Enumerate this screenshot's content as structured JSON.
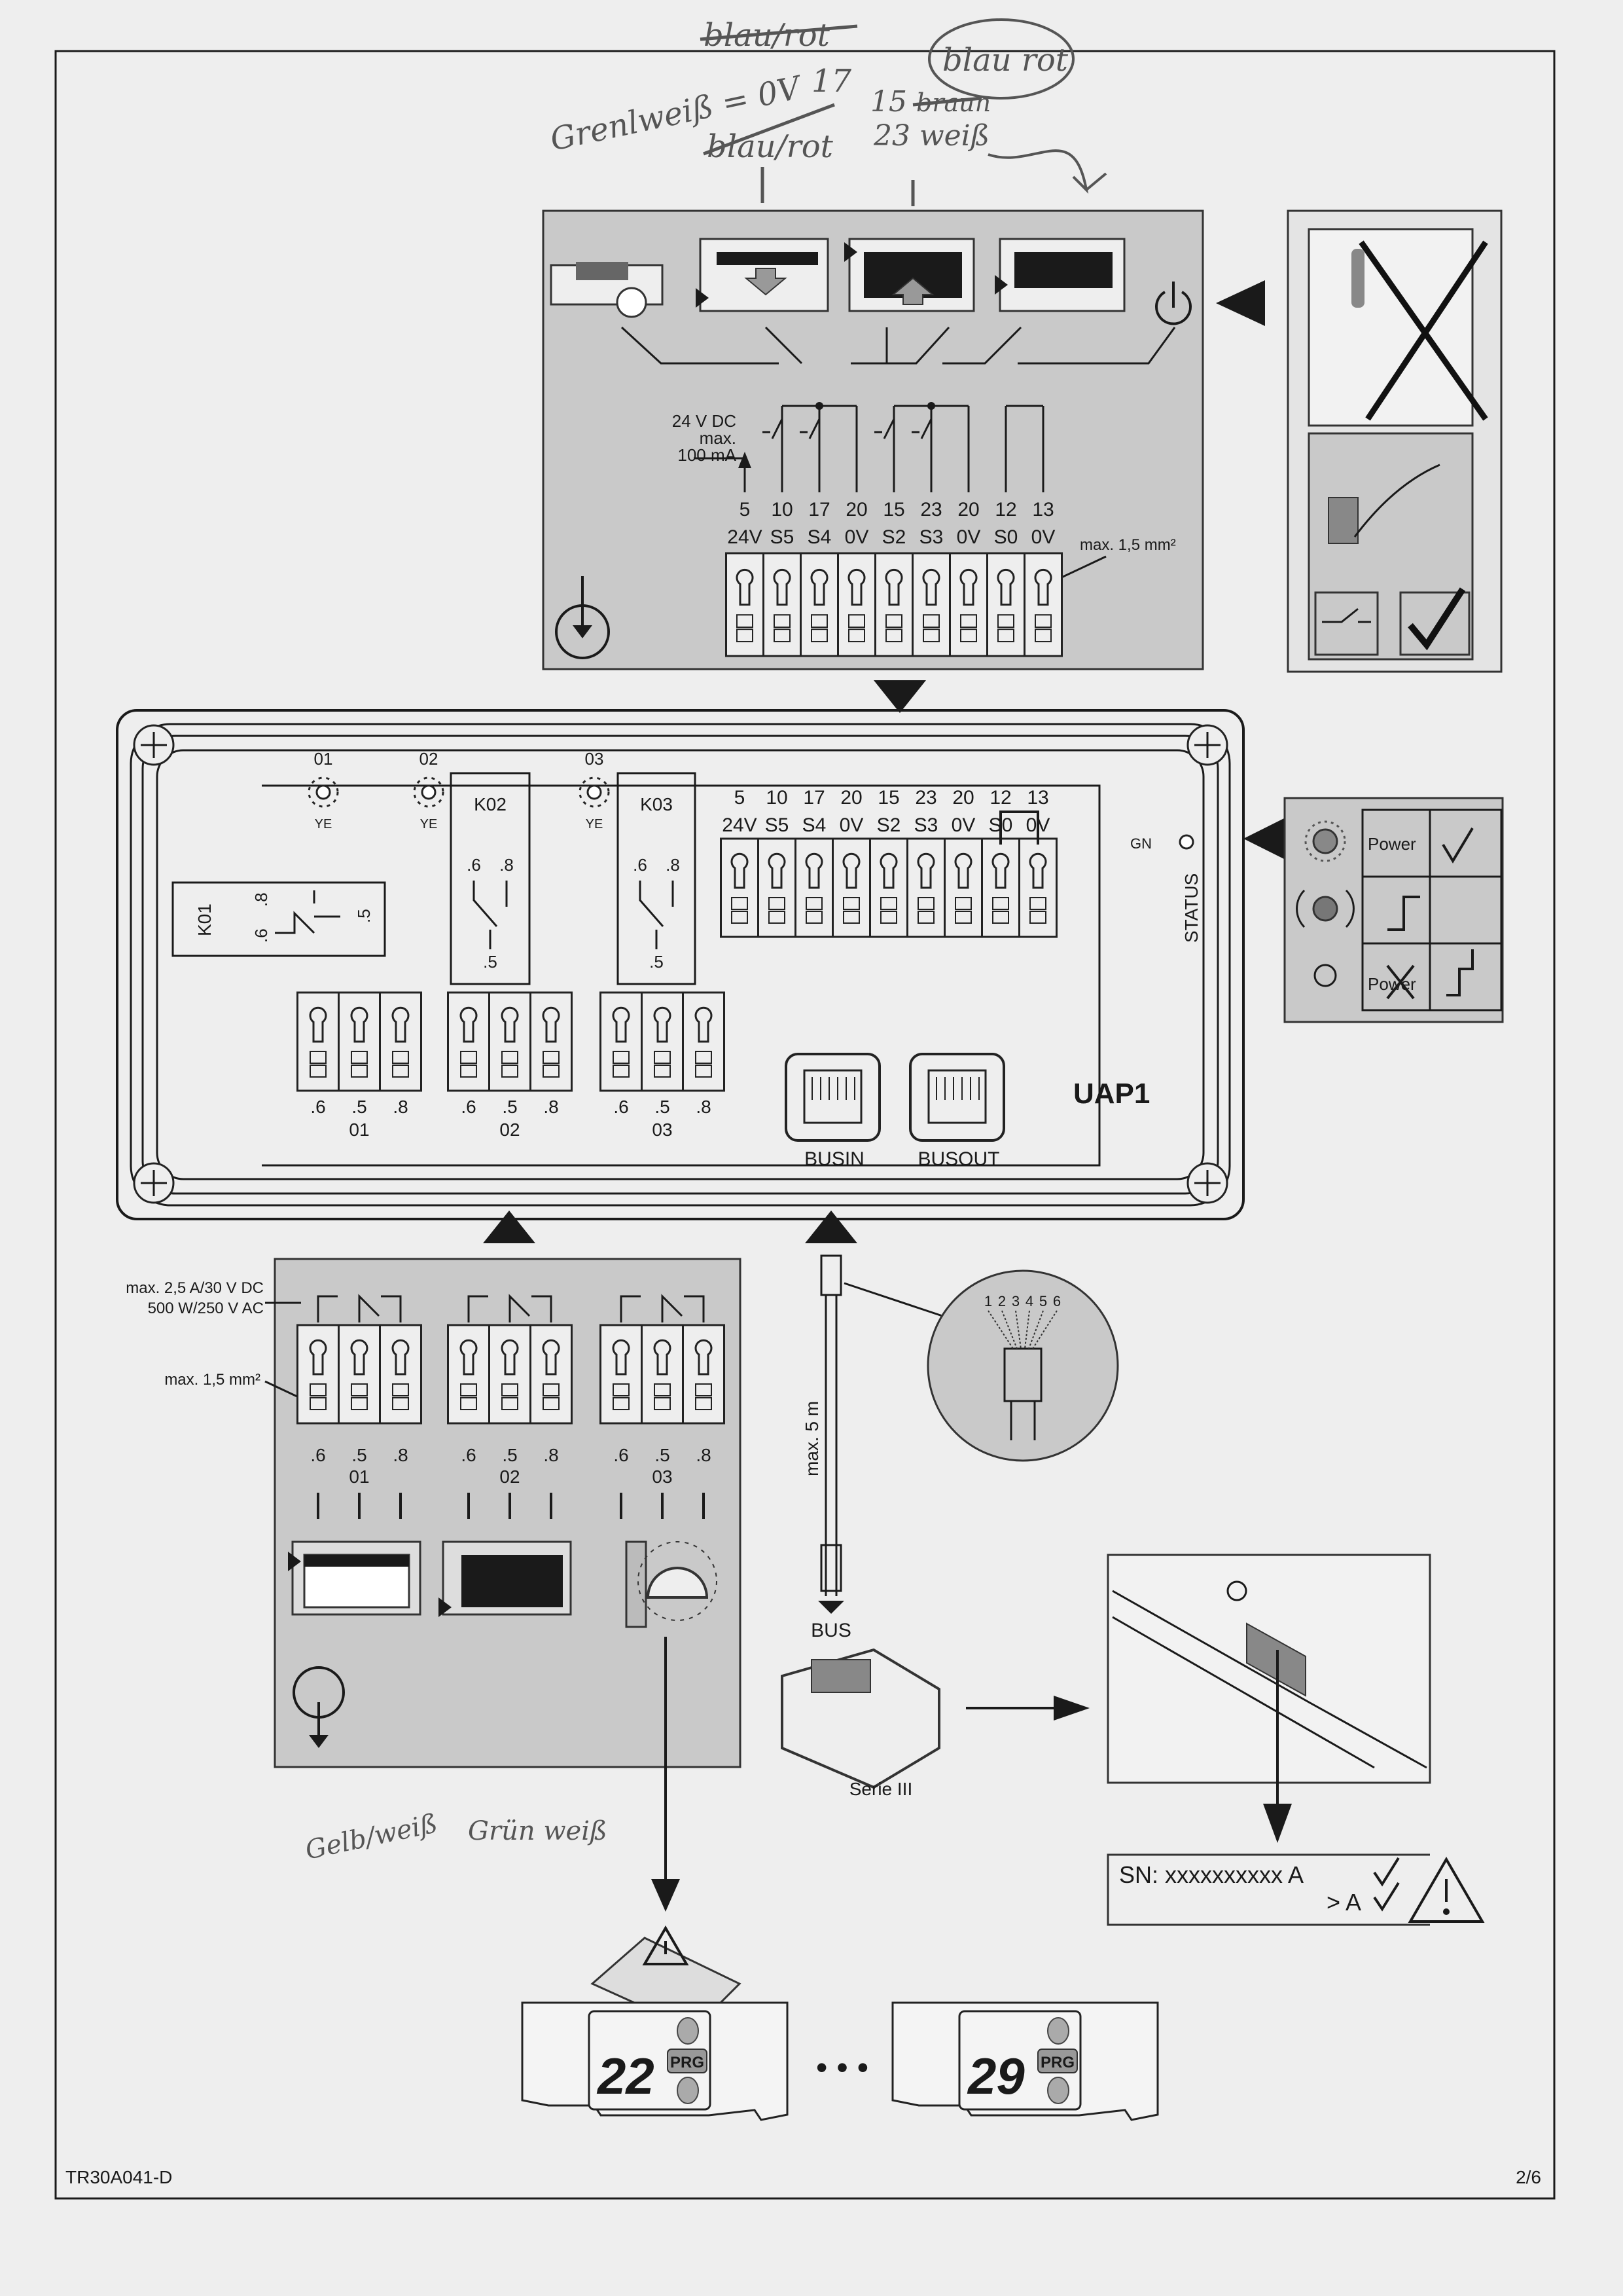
{
  "handwriting": {
    "struck_top": "blau/rot",
    "line1": "Grenlweiß = 0V",
    "line1_num": "17",
    "struck_second": "blau/rot",
    "circled": "blau rot",
    "n15": "15",
    "struck_braun": "braun",
    "n23": "23 weiß",
    "under_01": "Gelb/weiß",
    "under_02": "Grün weiß"
  },
  "top_panel": {
    "supply_label": [
      "24 V DC",
      "max.",
      "100 mA"
    ],
    "terminal_numbers": [
      "5",
      "10",
      "17",
      "20",
      "15",
      "23",
      "20",
      "12",
      "13"
    ],
    "terminal_labels": [
      "24V",
      "S5",
      "S4",
      "0V",
      "S2",
      "S3",
      "0V",
      "S0",
      "0V"
    ],
    "wire_note": "max. 1,5 mm²"
  },
  "uap1": {
    "title": "UAP1",
    "leds": [
      {
        "num": "01",
        "color": "YE"
      },
      {
        "num": "02",
        "color": "YE"
      },
      {
        "num": "03",
        "color": "YE"
      }
    ],
    "relays": [
      {
        "name": "K01",
        "c1": ".6",
        "c2": ".8",
        "c3": ".5"
      },
      {
        "name": "K02",
        "c1": ".6",
        "c2": ".8",
        "c3": ".5"
      },
      {
        "name": "K03",
        "c1": ".6",
        "c2": ".8",
        "c3": ".5"
      }
    ],
    "terminal_numbers": [
      "5",
      "10",
      "17",
      "20",
      "15",
      "23",
      "20",
      "12",
      "13"
    ],
    "terminal_labels": [
      "24V",
      "S5",
      "S4",
      "0V",
      "S2",
      "S3",
      "0V",
      "S0",
      "0V"
    ],
    "relay_terminals": [
      ".6",
      ".5",
      ".8"
    ],
    "relay_outputs": [
      "01",
      "02",
      "03"
    ],
    "ports": [
      "BUSIN",
      "BUSOUT"
    ],
    "status_led": "GN",
    "status_label": "STATUS"
  },
  "status_legend": {
    "power_on": "Power",
    "power_off": "Power"
  },
  "lower_panel": {
    "rating": [
      "max. 2,5 A/30 V DC",
      "500 W/250 V AC"
    ],
    "wire_note": "max. 1,5 mm²",
    "terminals": [
      ".6",
      ".5",
      ".8"
    ],
    "outputs": [
      "01",
      "02",
      "03"
    ]
  },
  "bus": {
    "pins": [
      "1",
      "2",
      "3",
      "4",
      "5",
      "6"
    ],
    "cable_length": "max. 5 m",
    "bus_label": "BUS",
    "receiver": "Serie III"
  },
  "serial": {
    "line1": "SN: xxxxxxxxxx A",
    "line2": "> A"
  },
  "displays": [
    {
      "value": "22",
      "button": "PRG"
    },
    {
      "value": "29",
      "button": "PRG"
    }
  ],
  "ellipsis": "• • •",
  "footer": {
    "doc_id": "TR30A041-D",
    "page": "2/6"
  },
  "colors": {
    "paper": "#eeeeee",
    "panel": "#c9c9c9",
    "ink": "#1a1a1a",
    "pencil": "#555555"
  }
}
